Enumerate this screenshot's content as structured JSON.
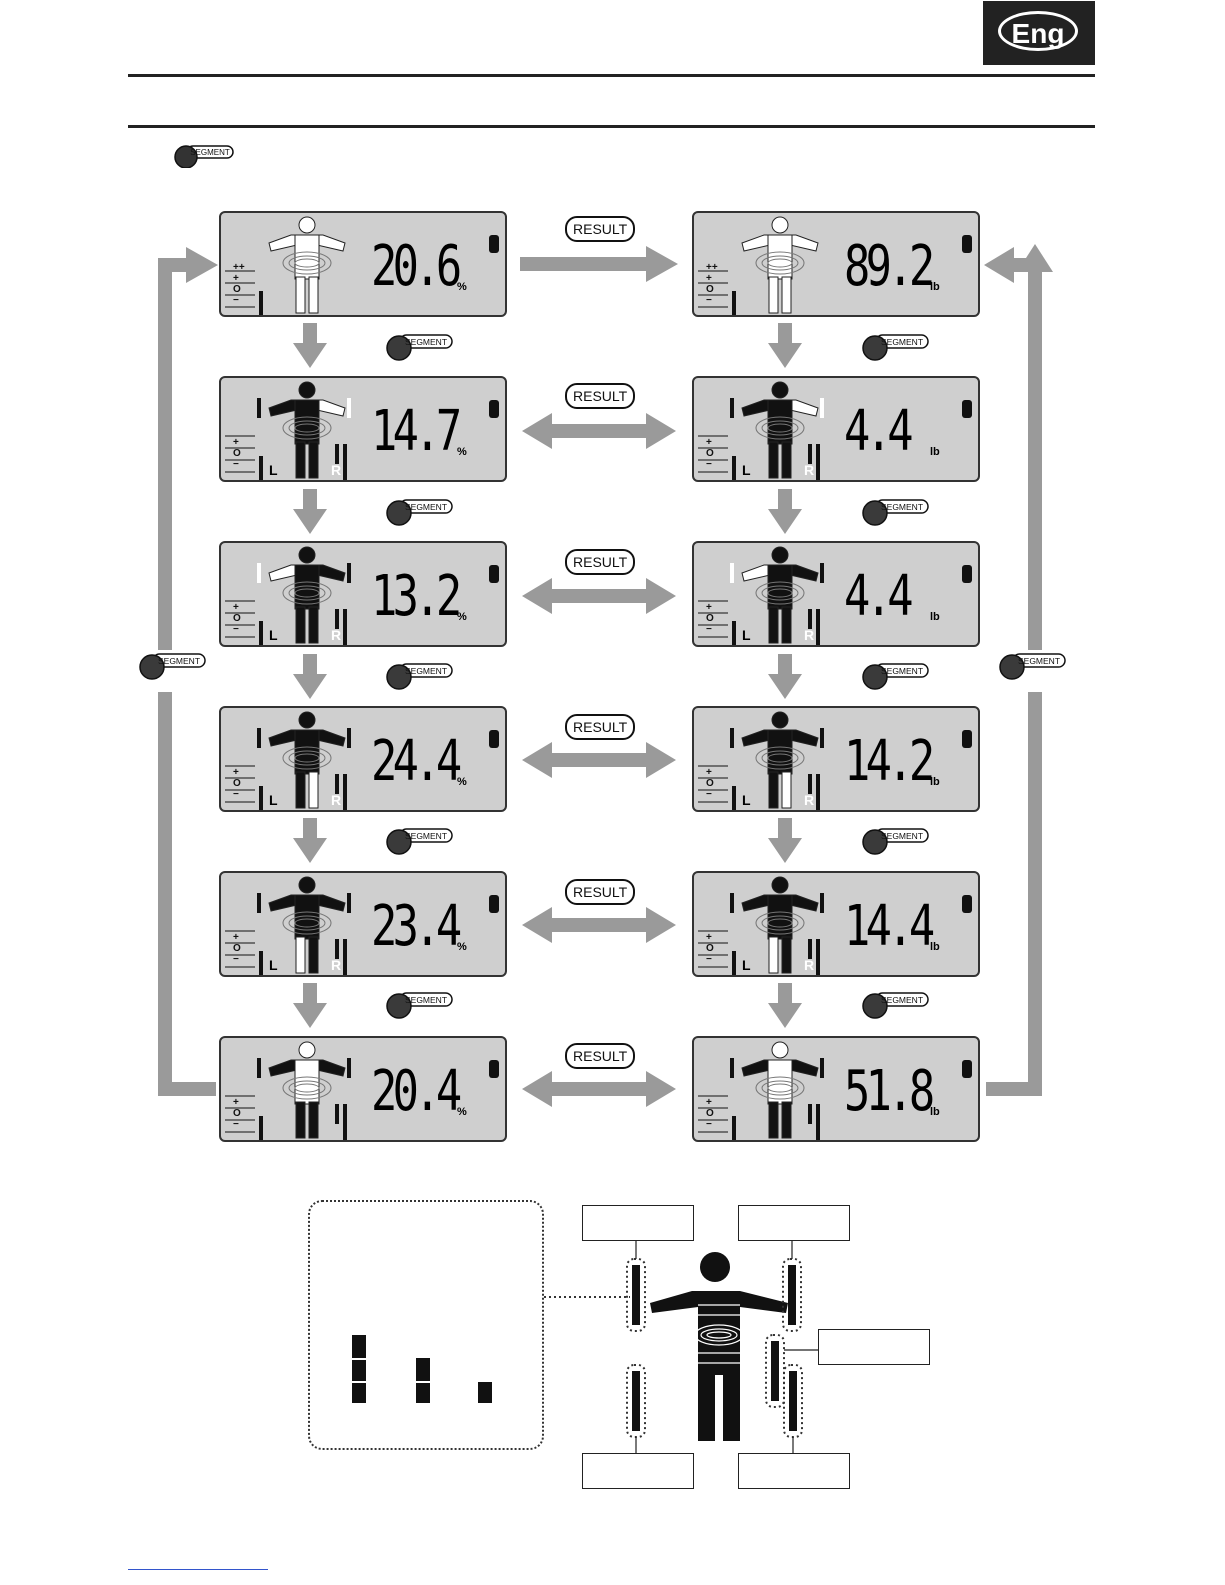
{
  "header": {
    "language_badge": "Eng"
  },
  "buttons": {
    "result_label": "RESULT",
    "segment_label": "SEGMENT"
  },
  "left_column": {
    "unit": "%",
    "screens": [
      {
        "value": "20.6",
        "side_labels": false
      },
      {
        "value": "14.7",
        "side_labels": true
      },
      {
        "value": "13.2",
        "side_labels": true
      },
      {
        "value": "24.4",
        "side_labels": true
      },
      {
        "value": "23.4",
        "side_labels": true
      },
      {
        "value": "20.4",
        "side_labels": false
      }
    ]
  },
  "right_column": {
    "unit": "lb",
    "screens": [
      {
        "value": "89.2",
        "side_labels": false
      },
      {
        "value": "4.4",
        "side_labels": true
      },
      {
        "value": "4.4",
        "side_labels": true
      },
      {
        "value": "14.2",
        "side_labels": true
      },
      {
        "value": "14.4",
        "side_labels": true
      },
      {
        "value": "51.8",
        "side_labels": false
      }
    ]
  },
  "level_scale": {
    "top_marks": [
      "++",
      "+",
      "O",
      "−"
    ],
    "marks": [
      "+",
      "O",
      "−"
    ]
  },
  "side_labels": {
    "left": "L",
    "right": "R"
  },
  "colors": {
    "lcd_bg": "#cfcfcf",
    "arrow": "#9a9a9a",
    "ink": "#111111"
  }
}
